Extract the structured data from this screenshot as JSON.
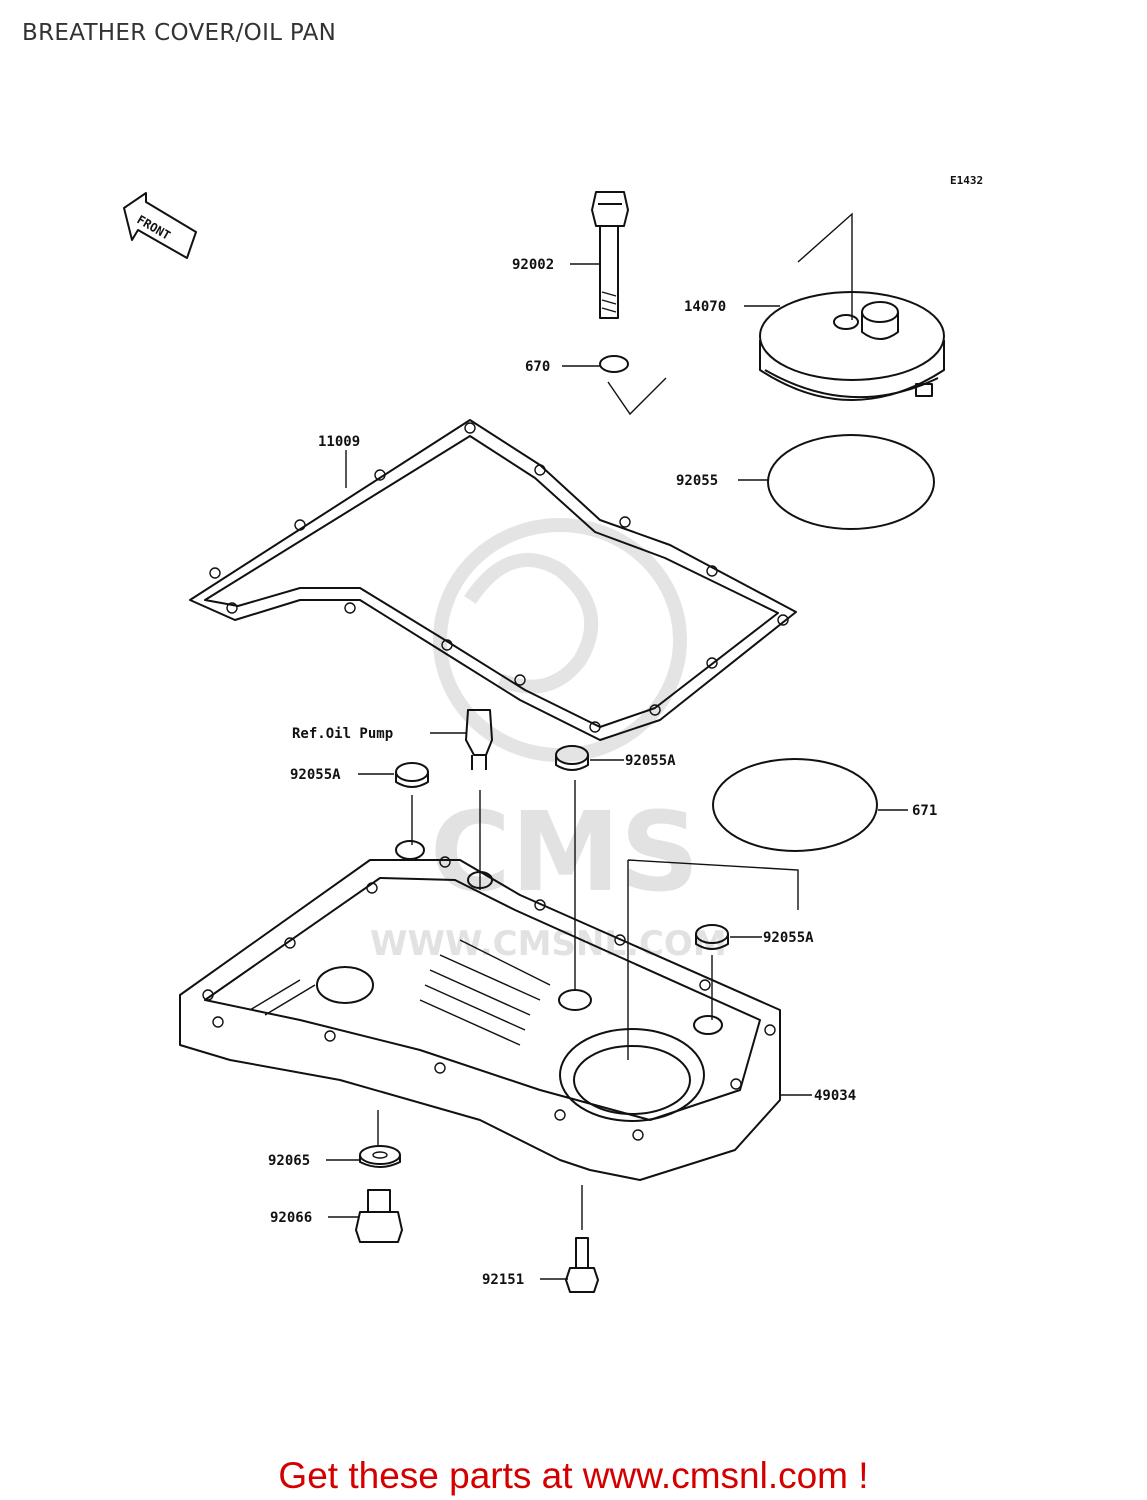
{
  "title": "BREATHER COVER/OIL PAN",
  "diagram_code": "E1432",
  "front_arrow": "FRONT",
  "watermark": "CMS",
  "watermark_url": "WWW.CMSNL.COM",
  "parts": {
    "p92002": "92002",
    "p14070": "14070",
    "p670": "670",
    "p11009": "11009",
    "p92055": "92055",
    "ref_oil_pump": "Ref.Oil Pump",
    "p92055A_left": "92055A",
    "p92055A_mid": "92055A",
    "p92055A_right": "92055A",
    "p671": "671",
    "p49034": "49034",
    "p92065": "92065",
    "p92066": "92066",
    "p92151": "92151"
  },
  "footer": "Get these parts at www.cmsnl.com !",
  "colors": {
    "footer": "#d40000",
    "lines": "#111111",
    "watermark": "#e2e2e2"
  }
}
